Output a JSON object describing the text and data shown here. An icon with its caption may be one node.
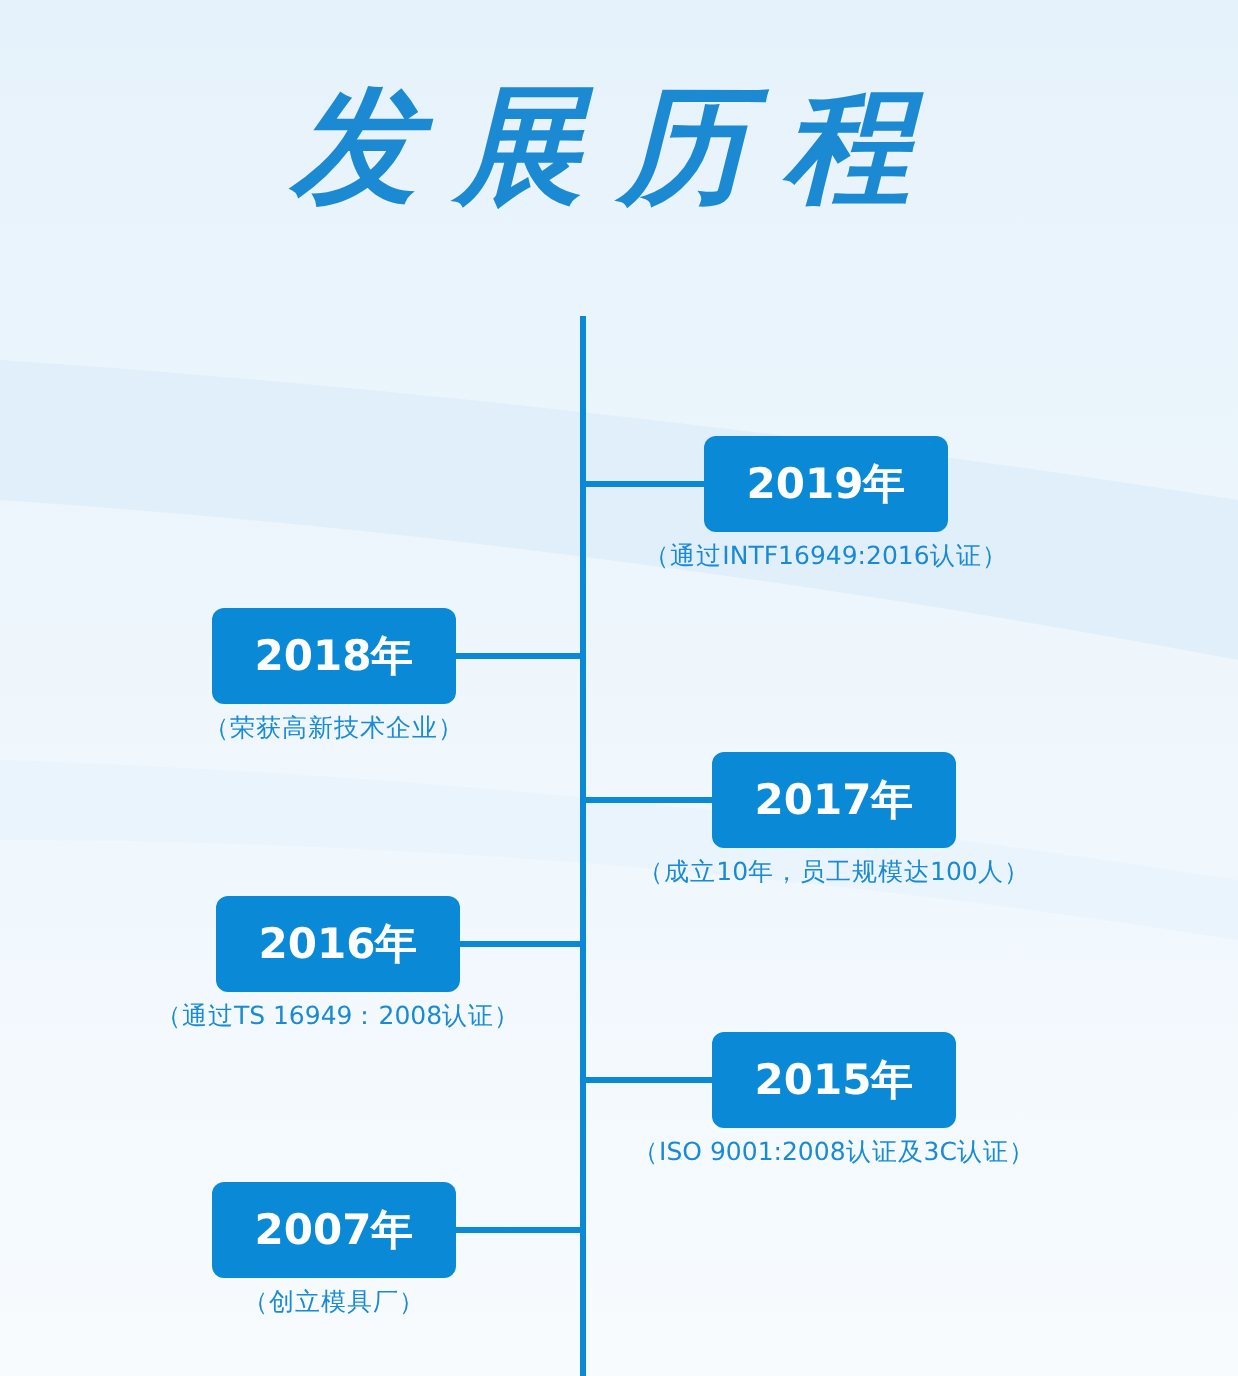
{
  "diagram": {
    "title": "发展历程",
    "nodes": [
      {
        "text": [],
        "shape": "bar"
      },
      {
        "text": [
          "2019年"
        ],
        "beside": [
          "（通过INTF16949:2016认证）"
        ]
      },
      {
        "text": [
          "2018年"
        ],
        "beside": [
          "（荣获高新技术企业）"
        ]
      },
      {
        "text": [
          "2017年"
        ],
        "beside": [
          "（成立10年，员工规模达100人）"
        ]
      },
      {
        "text": [
          "2016年"
        ],
        "beside": [
          "（通过TS 16949：2008认证）"
        ]
      },
      {
        "text": [
          "2015年"
        ],
        "beside": [
          "（ISO 9001:2008认证及3C认证）"
        ]
      },
      {
        "text": [
          "2007年"
        ],
        "beside": [
          "（创立模具厂）"
        ]
      }
    ],
    "edges": [
      {
        "from": 1,
        "to": 0,
        "arrow": "none"
      },
      {
        "from": 2,
        "to": 0,
        "arrow": "none"
      },
      {
        "from": 3,
        "to": 0,
        "arrow": "none"
      },
      {
        "from": 4,
        "to": 0,
        "arrow": "none"
      },
      {
        "from": 5,
        "to": 0,
        "arrow": "none"
      },
      {
        "from": 6,
        "to": 0,
        "arrow": "none"
      }
    ]
  }
}
